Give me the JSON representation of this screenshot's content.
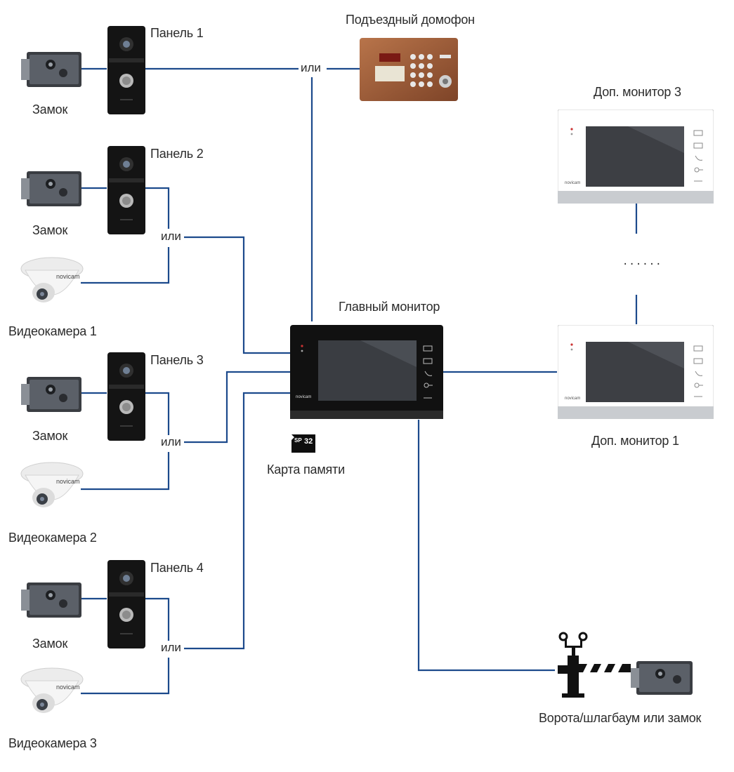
{
  "labels": {
    "entrance_intercom": "Подъездный домофон",
    "panel_1": "Панель 1",
    "panel_2": "Панель 2",
    "panel_3": "Панель 3",
    "panel_4": "Панель 4",
    "lock": "Замок",
    "camera_1": "Видеокамера 1",
    "camera_2": "Видеокамера 2",
    "camera_3": "Видеокамера 3",
    "main_monitor": "Главный монитор",
    "ext_monitor_3": "Доп. монитор 3",
    "ext_monitor_1": "Доп. монитор 1",
    "memory_card": "Карта памяти",
    "gate": "Ворота/шлагбаум или замок",
    "or": "или",
    "ellipsis": "......"
  },
  "brand": "novicam",
  "sd_card": {
    "brand": "SP",
    "capacity": "32"
  },
  "colors": {
    "wire": "#1c4a8c",
    "device_dark": "#1a1a1a",
    "monitor_silver": "#cfd2d6",
    "intercom_copper": "#a0603a"
  },
  "icons": [
    "lock-icon",
    "door-panel-icon",
    "dome-camera-icon",
    "intercom-icon",
    "monitor-icon",
    "sd-card-icon",
    "barrier-icon"
  ]
}
